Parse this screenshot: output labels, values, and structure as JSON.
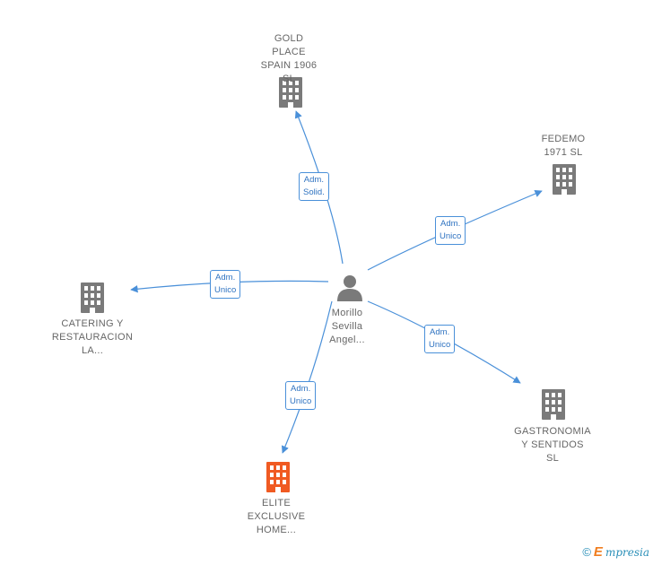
{
  "center": {
    "name": "Morillo\nSevilla\nAngel..."
  },
  "companies": [
    {
      "id": "gold",
      "name": "GOLD\nPLACE\nSPAIN 1906  SL",
      "role": "Adm.\nSolid.",
      "highlight": false
    },
    {
      "id": "fedemo",
      "name": "FEDEMO\n1971  SL",
      "role": "Adm.\nUnico",
      "highlight": false
    },
    {
      "id": "catering",
      "name": "CATERING Y\nRESTAURACION\nLA...",
      "role": "Adm.\nUnico",
      "highlight": false
    },
    {
      "id": "gastronomia",
      "name": "GASTRONOMIA\nY SENTIDOS\nSL",
      "role": "Adm.\nUnico",
      "highlight": false
    },
    {
      "id": "elite",
      "name": "ELITE\nEXCLUSIVE\nHOME...",
      "role": "Adm.\nUnico",
      "highlight": true
    }
  ],
  "colors": {
    "edge": "#4a90d9",
    "building": "#7a7a7a",
    "building_highlight": "#f05a22",
    "person": "#7a7a7a"
  },
  "footer": {
    "copyright": "©",
    "brand_initial": "E",
    "brand_rest": "mpresia"
  }
}
